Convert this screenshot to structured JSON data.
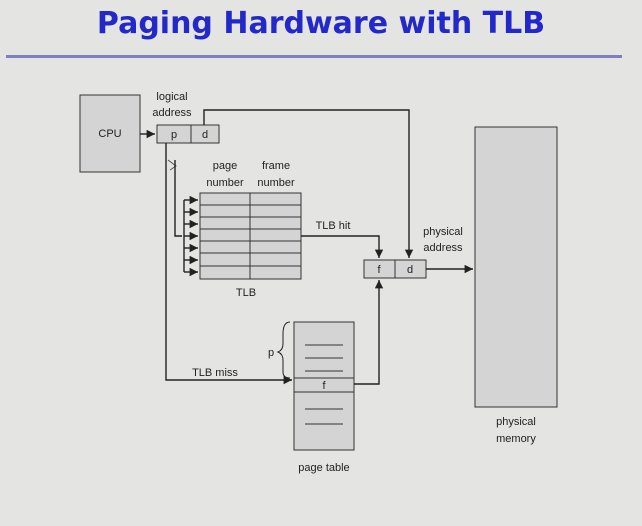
{
  "title": "Paging Hardware with TLB",
  "diagram": {
    "cpu": "CPU",
    "logical_address": [
      "logical",
      "address"
    ],
    "p": "p",
    "d": "d",
    "page_number": [
      "page",
      "number"
    ],
    "frame_number": [
      "frame",
      "number"
    ],
    "tlb": "TLB",
    "tlb_hit": "TLB hit",
    "tlb_miss": "TLB miss",
    "physical_address": [
      "physical",
      "address"
    ],
    "f": "f",
    "page_table": "page table",
    "physical_memory": [
      "physical",
      "memory"
    ],
    "brace_p": "p",
    "table_f": "f"
  }
}
